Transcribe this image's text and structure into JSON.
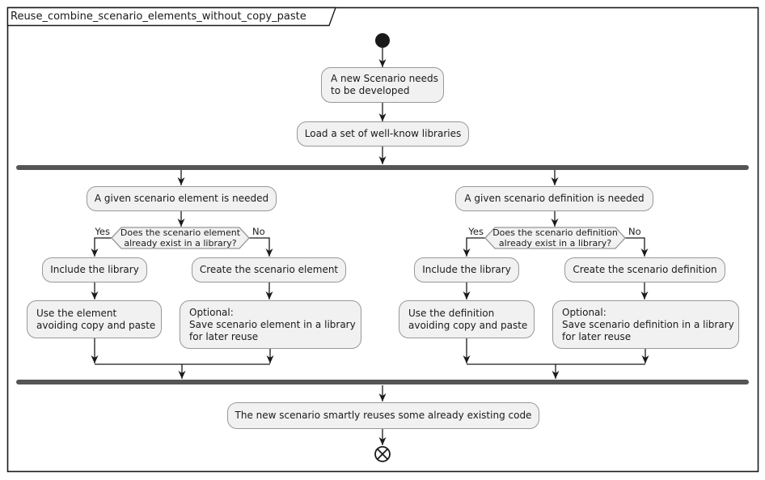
{
  "diagram": {
    "title": "Reuse_combine_scenario_elements_without_copy_paste",
    "colors": {
      "background": "#ffffff",
      "node_fill": "#f1f1f1",
      "node_border": "#989898",
      "bar_color": "#555555",
      "line_color": "#1a1a1a",
      "text_color": "#1a1a1a"
    },
    "icons": {
      "start": "filled-circle",
      "end": "circled-x"
    },
    "flow": {
      "new_scenario": "A new Scenario needs\nto be developed",
      "load_libraries": "Load a set of well-know libraries",
      "final": "The new scenario smartly reuses some already existing code"
    },
    "branches": {
      "left": {
        "needed": "A given scenario element is needed",
        "question": "Does the scenario element\nalready exist in a library?",
        "yes_label": "Yes",
        "no_label": "No",
        "include": "Include the library",
        "create": "Create the scenario element",
        "use": "Use the element\navoiding copy and paste",
        "save": "Optional:\nSave scenario element in a library\nfor later reuse"
      },
      "right": {
        "needed": "A given scenario definition is needed",
        "question": "Does the scenario definition\nalready exist in a library?",
        "yes_label": "Yes",
        "no_label": "No",
        "include": "Include the library",
        "create": "Create the scenario definition",
        "use": "Use the definition\navoiding copy and paste",
        "save": "Optional:\nSave scenario definition in a library\nfor later reuse"
      }
    }
  }
}
